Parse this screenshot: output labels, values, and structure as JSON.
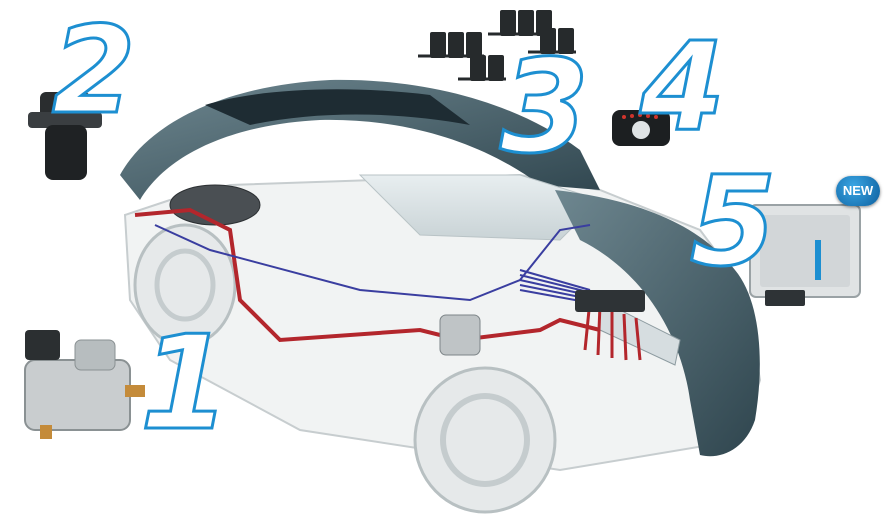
{
  "components": [
    {
      "number": "1",
      "icon": "pressure-reducer-icon"
    },
    {
      "number": "2",
      "icon": "gas-filter-icon"
    },
    {
      "number": "3",
      "icon": "injector-rail-icon"
    },
    {
      "number": "4",
      "icon": "switch-panel-icon"
    },
    {
      "number": "5",
      "icon": "ecu-controller-icon"
    }
  ],
  "badge": {
    "label": "NEW"
  },
  "colors": {
    "accent": "#1d8fd1",
    "gas_line": "#b3262c",
    "signal_line": "#3a3ea0",
    "car_body": "#4f6770"
  }
}
